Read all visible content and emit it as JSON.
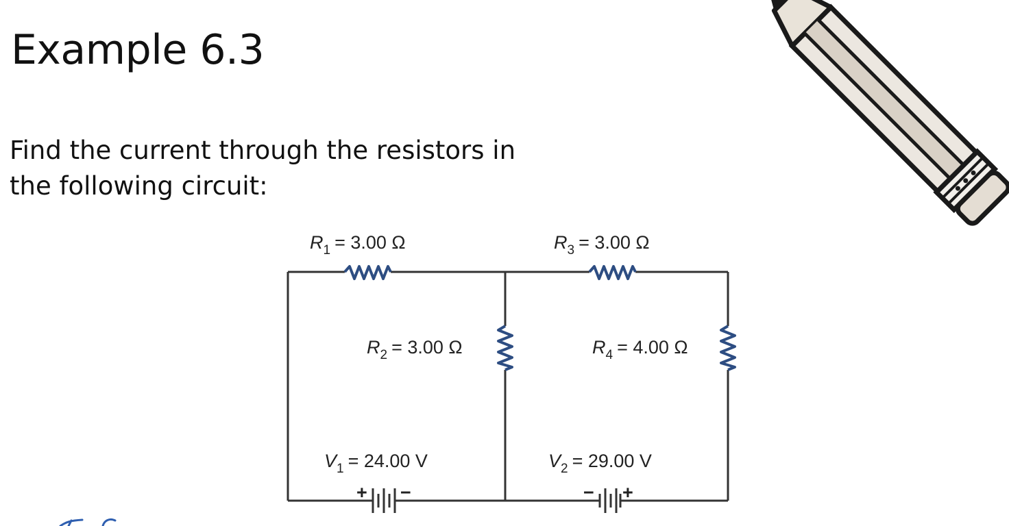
{
  "slide": {
    "title": "Example 6.3",
    "prompt_line1": "Find the current through the resistors in",
    "prompt_line2": "the following circuit:"
  },
  "circuit": {
    "r1": {
      "sym": "R",
      "sub": "1",
      "val": "= 3.00 Ω"
    },
    "r2": {
      "sym": "R",
      "sub": "2",
      "val": "= 3.00 Ω"
    },
    "r3": {
      "sym": "R",
      "sub": "3",
      "val": "= 3.00 Ω"
    },
    "r4": {
      "sym": "R",
      "sub": "4",
      "val": "= 4.00 Ω"
    },
    "v1": {
      "sym": "V",
      "sub": "1",
      "val": "= 24.00 V",
      "left": "+",
      "right": "−"
    },
    "v2": {
      "sym": "V",
      "sub": "2",
      "val": "= 29.00 V",
      "left": "−",
      "right": "+"
    }
  },
  "colors": {
    "wire": "#333333",
    "resistor": "#2d4d82",
    "pencil_outline": "#1a1a1a",
    "pencil_wood": "#e8e2d8",
    "pencil_body": "#ece7e0",
    "handwriting": "#2f5fb0"
  },
  "icons": {
    "pencil": "pencil-icon"
  }
}
